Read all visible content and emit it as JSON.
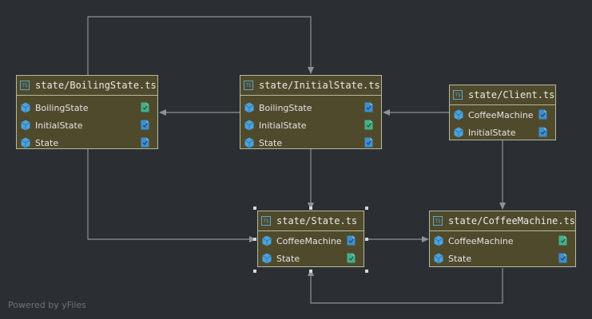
{
  "diagram": {
    "nodes": [
      {
        "id": "boiling",
        "title": "state/BoilingState.ts",
        "items": [
          {
            "label": "BoilingState",
            "file_color": "#45b08a"
          },
          {
            "label": "InitialState",
            "file_color": "#3e8fd0"
          },
          {
            "label": "State",
            "file_color": "#3e8fd0"
          }
        ]
      },
      {
        "id": "initial",
        "title": "state/InitialState.ts",
        "items": [
          {
            "label": "BoilingState",
            "file_color": "#3e8fd0"
          },
          {
            "label": "InitialState",
            "file_color": "#45b08a"
          },
          {
            "label": "State",
            "file_color": "#3e8fd0"
          }
        ]
      },
      {
        "id": "client",
        "title": "state/Client.ts",
        "items": [
          {
            "label": "CoffeeMachine",
            "file_color": "#3e8fd0"
          },
          {
            "label": "InitialState",
            "file_color": "#3e8fd0"
          }
        ]
      },
      {
        "id": "state",
        "title": "state/State.ts",
        "items": [
          {
            "label": "CoffeeMachine",
            "file_color": "#3e8fd0"
          },
          {
            "label": "State",
            "file_color": "#45b08a"
          }
        ]
      },
      {
        "id": "coffee",
        "title": "state/CoffeeMachine.ts",
        "items": [
          {
            "label": "CoffeeMachine",
            "file_color": "#45b08a"
          },
          {
            "label": "State",
            "file_color": "#3e8fd0"
          }
        ]
      }
    ],
    "edges": [
      {
        "from": "boiling",
        "to": "initial"
      },
      {
        "from": "initial",
        "to": "boiling"
      },
      {
        "from": "client",
        "to": "initial"
      },
      {
        "from": "initial",
        "to": "state"
      },
      {
        "from": "boiling",
        "to": "state"
      },
      {
        "from": "state",
        "to": "coffee"
      },
      {
        "from": "client",
        "to": "coffee"
      },
      {
        "from": "coffee",
        "to": "state"
      }
    ],
    "selected_node": "state"
  },
  "colors": {
    "background": "#2b2f33",
    "node_fill": "#4f4a2c",
    "node_border": "#b5b9a0",
    "edge": "#8e9398",
    "cube_icon": "#4aa3df",
    "ts_icon": "#5aa6c9"
  },
  "icons": {
    "file_type": "typescript-file-icon",
    "member": "cube-icon",
    "source_file": "file-icon"
  },
  "footer": {
    "watermark": "Powered by yFiles"
  }
}
